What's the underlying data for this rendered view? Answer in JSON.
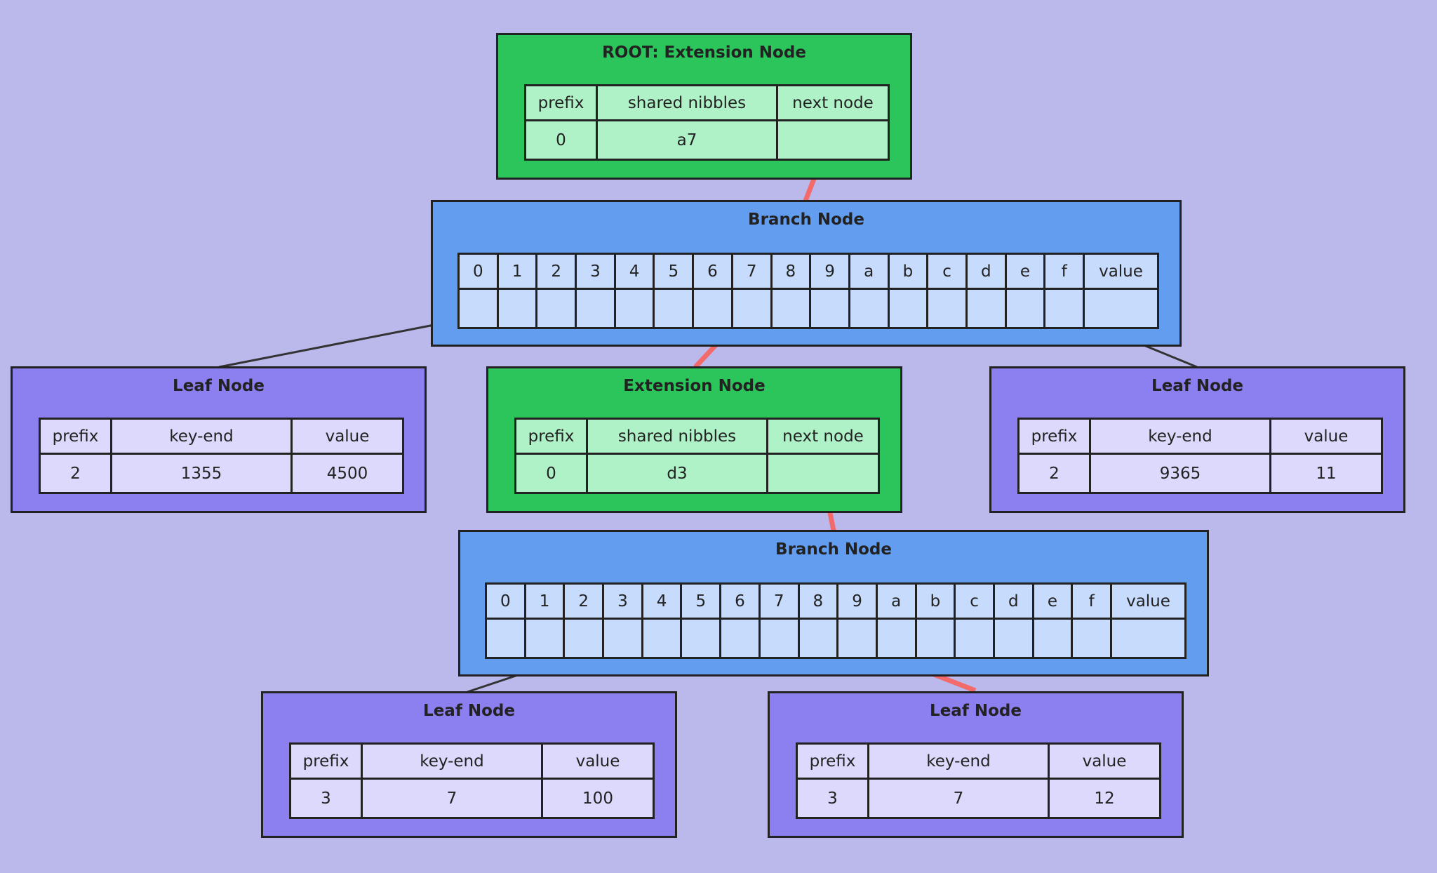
{
  "root": {
    "title": "ROOT: Extension Node",
    "headers": [
      "prefix",
      "shared nibbles",
      "next node"
    ],
    "values": [
      "0",
      "a7",
      ""
    ]
  },
  "branch1": {
    "title": "Branch Node",
    "headers": [
      "0",
      "1",
      "2",
      "3",
      "4",
      "5",
      "6",
      "7",
      "8",
      "9",
      "a",
      "b",
      "c",
      "d",
      "e",
      "f",
      "value"
    ]
  },
  "leaf_left": {
    "title": "Leaf Node",
    "headers": [
      "prefix",
      "key-end",
      "value"
    ],
    "values": [
      "2",
      "1355",
      "4500"
    ]
  },
  "ext_mid": {
    "title": "Extension Node",
    "headers": [
      "prefix",
      "shared nibbles",
      "next node"
    ],
    "values": [
      "0",
      "d3",
      ""
    ]
  },
  "leaf_right": {
    "title": "Leaf Node",
    "headers": [
      "prefix",
      "key-end",
      "value"
    ],
    "values": [
      "2",
      "9365",
      "11"
    ]
  },
  "branch2": {
    "title": "Branch Node",
    "headers": [
      "0",
      "1",
      "2",
      "3",
      "4",
      "5",
      "6",
      "7",
      "8",
      "9",
      "a",
      "b",
      "c",
      "d",
      "e",
      "f",
      "value"
    ]
  },
  "leaf_bl": {
    "title": "Leaf Node",
    "headers": [
      "prefix",
      "key-end",
      "value"
    ],
    "values": [
      "3",
      "7",
      "100"
    ]
  },
  "leaf_br": {
    "title": "Leaf Node",
    "headers": [
      "prefix",
      "key-end",
      "value"
    ],
    "values": [
      "3",
      "7",
      "12"
    ]
  },
  "colors": {
    "background": "#bbb9ec",
    "extension": "#2bc55c",
    "branch": "#639def",
    "leaf": "#8c7ff0",
    "highlight_edge": "#f26a6a",
    "plain_edge": "#333333"
  }
}
